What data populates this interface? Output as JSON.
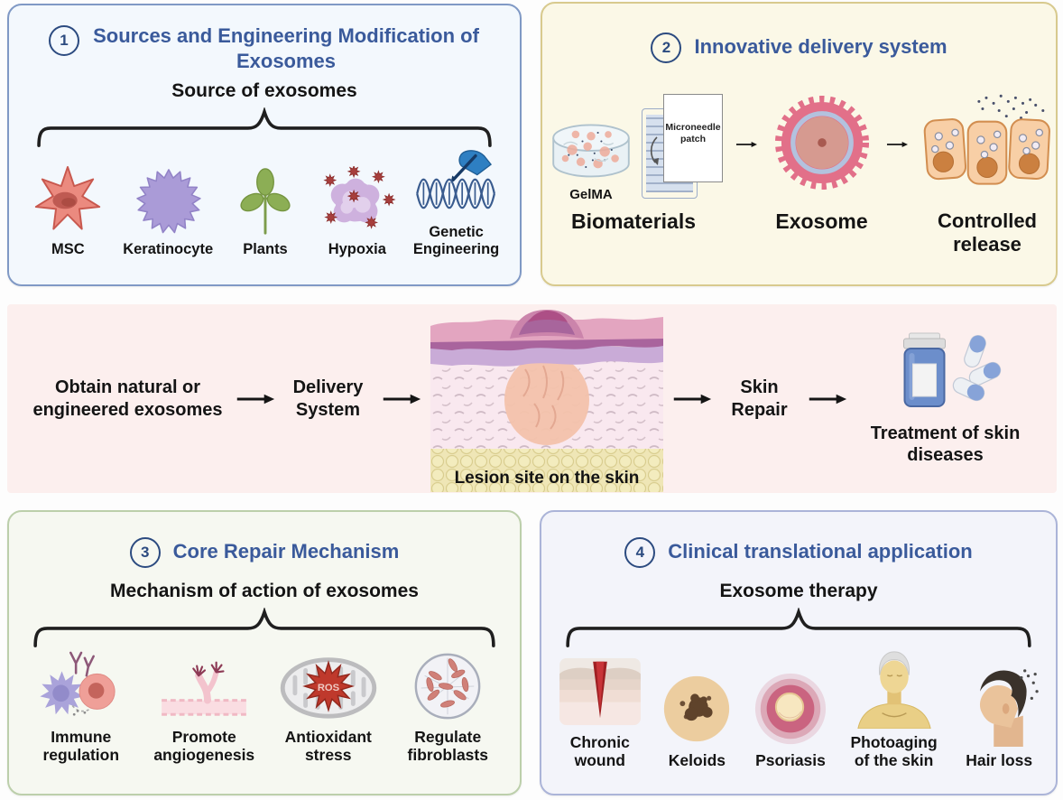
{
  "colors": {
    "title_blue": "#3a5a9b",
    "badge_navy": "#2c4b80",
    "panel1_border": "#8099c5",
    "panel1_bg": "#f3f8fd",
    "panel2_border": "#d8ca8e",
    "panel2_bg": "#fbf8e7",
    "panel3_border": "#bccfab",
    "panel3_bg": "#f6f8f1",
    "panel4_border": "#abb4d8",
    "panel4_bg": "#f3f4fa",
    "band_bg": "#fcefee",
    "text_black": "#141414"
  },
  "panel1": {
    "number": "1",
    "title": "Sources and Engineering Modification of Exosomes",
    "subtitle": "Source of exosomes",
    "items": [
      {
        "label": "MSC"
      },
      {
        "label": "Keratinocyte"
      },
      {
        "label": "Plants"
      },
      {
        "label": "Hypoxia"
      },
      {
        "label": "Genetic Engineering"
      }
    ]
  },
  "panel2": {
    "number": "2",
    "title": "Innovative delivery system",
    "gelma": "GelMA",
    "microneedle": "Microneedle patch",
    "biomaterials": "Biomaterials",
    "exosome": "Exosome",
    "controlled_release": "Controlled release"
  },
  "middle": {
    "step1": "Obtain natural or engineered exosomes",
    "step2": "Delivery System",
    "skin_caption": "Lesion site on the skin",
    "step3": "Skin Repair",
    "step4": "Treatment of skin diseases"
  },
  "panel3": {
    "number": "3",
    "title": "Core Repair Mechanism",
    "subtitle": "Mechanism of action of exosomes",
    "ros": "ROS",
    "items": [
      {
        "label": "Immune regulation"
      },
      {
        "label": "Promote angiogenesis"
      },
      {
        "label": "Antioxidant stress"
      },
      {
        "label": "Regulate fibroblasts"
      }
    ]
  },
  "panel4": {
    "number": "4",
    "title": "Clinical translational application",
    "subtitle": "Exosome therapy",
    "items": [
      {
        "label": "Chronic wound"
      },
      {
        "label": "Keloids"
      },
      {
        "label": "Psoriasis"
      },
      {
        "label": "Photoaging of the skin"
      },
      {
        "label": "Hair loss"
      }
    ]
  }
}
